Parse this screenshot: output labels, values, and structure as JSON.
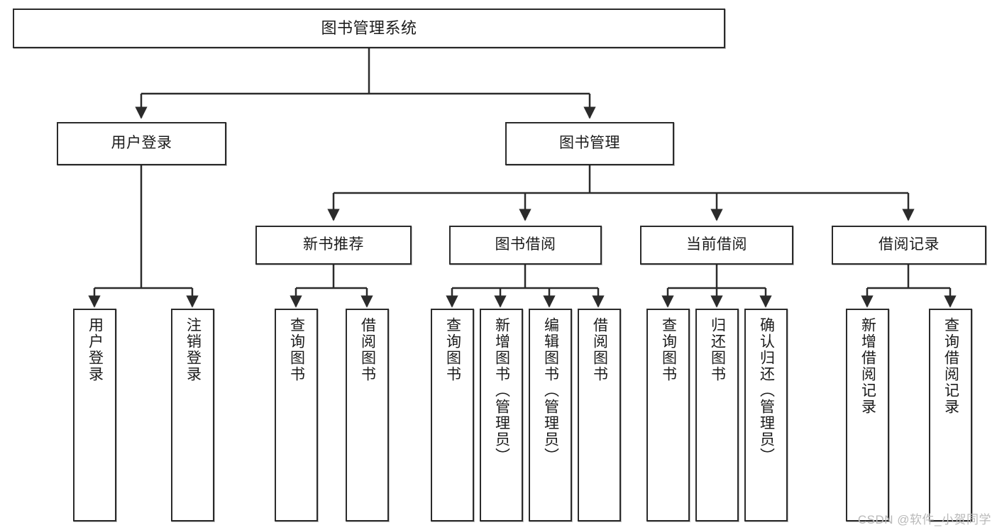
{
  "diagram": {
    "title": "图书管理系统",
    "type": "tree-hierarchy",
    "root": {
      "label": "图书管理系统"
    },
    "level1": [
      {
        "label": "用户登录"
      },
      {
        "label": "图书管理"
      }
    ],
    "level2": [
      {
        "label": "新书推荐"
      },
      {
        "label": "图书借阅"
      },
      {
        "label": "当前借阅"
      },
      {
        "label": "借阅记录"
      }
    ],
    "leaves": {
      "user_login": [
        {
          "label": "用户登录"
        },
        {
          "label": "注销登录"
        }
      ],
      "new_book_recommend": [
        {
          "label": "查询图书"
        },
        {
          "label": "借阅图书"
        }
      ],
      "book_borrow": [
        {
          "label": "查询图书"
        },
        {
          "label": "新增图书（管理员）"
        },
        {
          "label": "编辑图书（管理员）"
        },
        {
          "label": "借阅图书"
        }
      ],
      "current_borrow": [
        {
          "label": "查询图书"
        },
        {
          "label": "归还图书"
        },
        {
          "label": "确认归还（管理员）"
        }
      ],
      "borrow_records": [
        {
          "label": "新增借阅记录"
        },
        {
          "label": "查询借阅记录"
        }
      ]
    }
  },
  "watermark": {
    "text": "CSDN @软件_小贺同学"
  },
  "colors": {
    "border": "#2b2b2b",
    "background": "#ffffff",
    "text": "#1b1b1b",
    "connector": "#2b2b2b",
    "watermark": "#b9b9b9"
  }
}
